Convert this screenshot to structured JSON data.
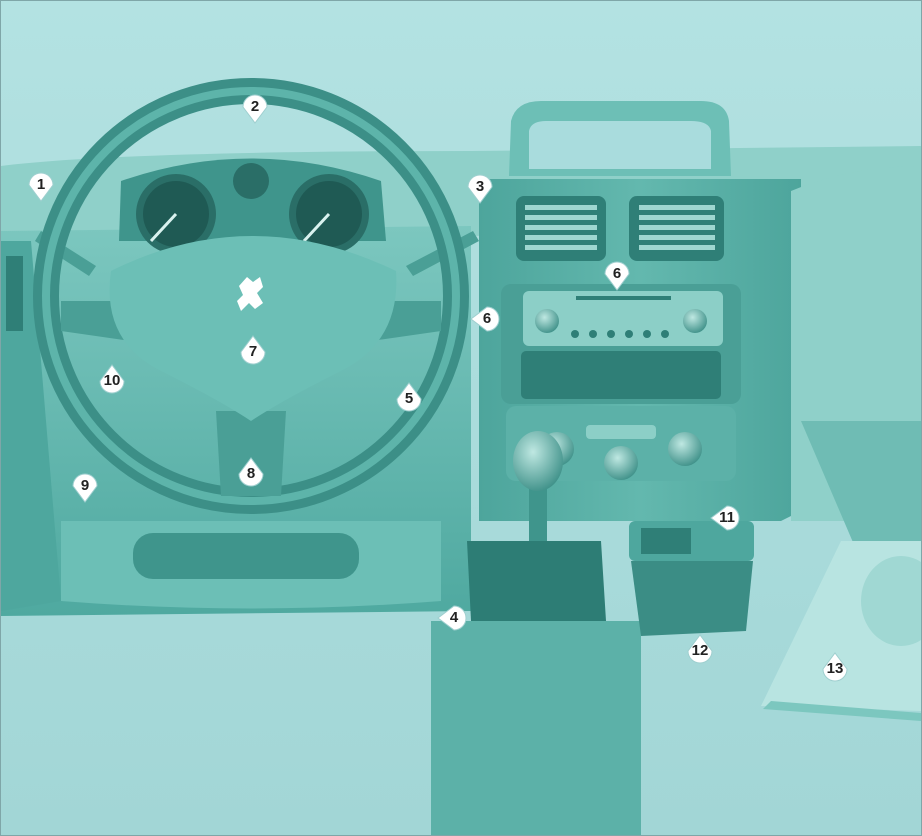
{
  "diagram": {
    "brand_logo": "peugeot-lion-logo",
    "colors": {
      "background": "#a9dcdd",
      "dashboard": "#5fb6ae",
      "dashboard_dark": "#3f9890",
      "callout_fill": "#ffffff",
      "callout_text": "#222222"
    },
    "callouts": [
      {
        "label": "1",
        "pointer": "down"
      },
      {
        "label": "2",
        "pointer": "down"
      },
      {
        "label": "3",
        "pointer": "down"
      },
      {
        "label": "6",
        "pointer": "down"
      },
      {
        "label": "6",
        "pointer": "left"
      },
      {
        "label": "7",
        "pointer": "up"
      },
      {
        "label": "10",
        "pointer": "up"
      },
      {
        "label": "5",
        "pointer": "up"
      },
      {
        "label": "9",
        "pointer": "down"
      },
      {
        "label": "8",
        "pointer": "up"
      },
      {
        "label": "11",
        "pointer": "left"
      },
      {
        "label": "4",
        "pointer": "left"
      },
      {
        "label": "12",
        "pointer": "up"
      },
      {
        "label": "13",
        "pointer": "up"
      }
    ]
  }
}
